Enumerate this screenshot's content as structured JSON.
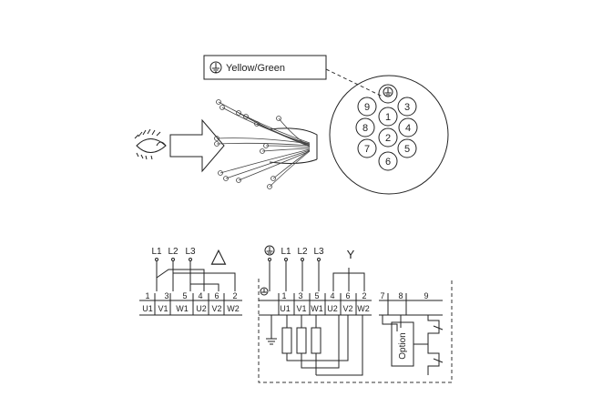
{
  "connector": {
    "legend_label": "Yellow/Green",
    "pins": [
      "9",
      "3",
      "8",
      "1",
      "4",
      "7",
      "2",
      "5",
      "6"
    ]
  },
  "delta_block": {
    "lines": [
      "L1",
      "L2",
      "L3"
    ],
    "symbol": "△",
    "terminal_numbers": [
      "1",
      "3",
      "5",
      "4",
      "6",
      "2"
    ],
    "terminal_names": [
      "U1",
      "V1",
      "W1",
      "U2",
      "V2",
      "W2"
    ]
  },
  "star_block": {
    "lines": [
      "L1",
      "L2",
      "L3"
    ],
    "symbol": "Y",
    "terminal_numbers": [
      "1",
      "3",
      "5",
      "4",
      "6",
      "2"
    ],
    "terminal_names": [
      "U1",
      "V1",
      "W1",
      "U2",
      "V2",
      "W2"
    ],
    "extra_numbers": [
      "7",
      "8",
      "9"
    ],
    "option_label": "Option"
  }
}
